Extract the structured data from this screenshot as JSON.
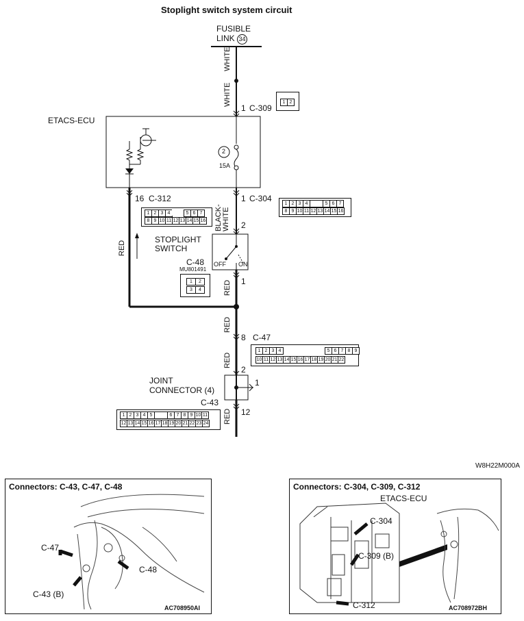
{
  "title": "Stoplight switch  system circuit",
  "fusible_link": {
    "line1": "FUSIBLE",
    "line2": "LINK",
    "number": "34"
  },
  "wires": {
    "white_upper": "WHITE",
    "white_lower": "WHITE",
    "black_white": "BLACK-WHITE",
    "red_left": "RED",
    "red_1": "RED",
    "red_2": "RED",
    "red_3": "RED",
    "red_4": "RED"
  },
  "etacs": {
    "label": "ETACS-ECU",
    "fuse_num": "2",
    "fuse_rating": "15A"
  },
  "connectors": {
    "c309": {
      "pin": "1",
      "label": "C-309",
      "pins": [
        "1",
        "2"
      ]
    },
    "c312": {
      "pin": "16",
      "label": "C-312",
      "row1": [
        "1",
        "2",
        "3",
        "4",
        "",
        "5",
        "6",
        "7"
      ],
      "row2": [
        "8",
        "9",
        "10",
        "11",
        "12",
        "13",
        "14",
        "15",
        "16"
      ]
    },
    "c304": {
      "pin": "1",
      "label": "C-304",
      "row1": [
        "1",
        "2",
        "3",
        "4",
        "",
        "5",
        "6",
        "7"
      ],
      "row2": [
        "8",
        "9",
        "10",
        "11",
        "12",
        "13",
        "14",
        "15",
        "16"
      ]
    },
    "c48": {
      "label": "C-48",
      "part": "MU801491",
      "row1": [
        "1",
        "2"
      ],
      "row2": [
        "3",
        "4"
      ]
    },
    "c47": {
      "pin": "8",
      "label": "C-47",
      "row1": [
        "1",
        "2",
        "3",
        "4",
        "",
        "5",
        "6",
        "7",
        "8",
        "9"
      ],
      "row2": [
        "10",
        "11",
        "12",
        "13",
        "14",
        "15",
        "16",
        "17",
        "18",
        "19",
        "20",
        "21",
        "22"
      ]
    },
    "c43": {
      "label": "C-43",
      "row1": [
        "1",
        "2",
        "3",
        "4",
        "5",
        "",
        "6",
        "7",
        "8",
        "9",
        "10",
        "11"
      ],
      "row2": [
        "12",
        "13",
        "14",
        "15",
        "16",
        "17",
        "18",
        "19",
        "20",
        "21",
        "22",
        "23",
        "24"
      ]
    }
  },
  "switch": {
    "line1": "STOPLIGHT",
    "line2": "SWITCH",
    "pin_top": "2",
    "pin_bottom": "1",
    "off": "OFF",
    "on": "ON"
  },
  "joint": {
    "line1": "JOINT",
    "line2": "CONNECTOR (4)",
    "pin_top": "2",
    "pin_right": "1",
    "pin_bottom": "12"
  },
  "diagram_code": "W8H22M000A",
  "panel_left": {
    "title": "Connectors: C-43, C-47, C-48",
    "callouts": [
      "C-47",
      "C-48",
      "C-43 (B)"
    ],
    "code": "AC708950AI"
  },
  "panel_right": {
    "title": "Connectors: C-304, C-309, C-312",
    "ecu": "ETACS-ECU",
    "callouts": [
      "C-304",
      "C-309 (B)",
      "C-312"
    ],
    "code": "AC708972BH"
  }
}
